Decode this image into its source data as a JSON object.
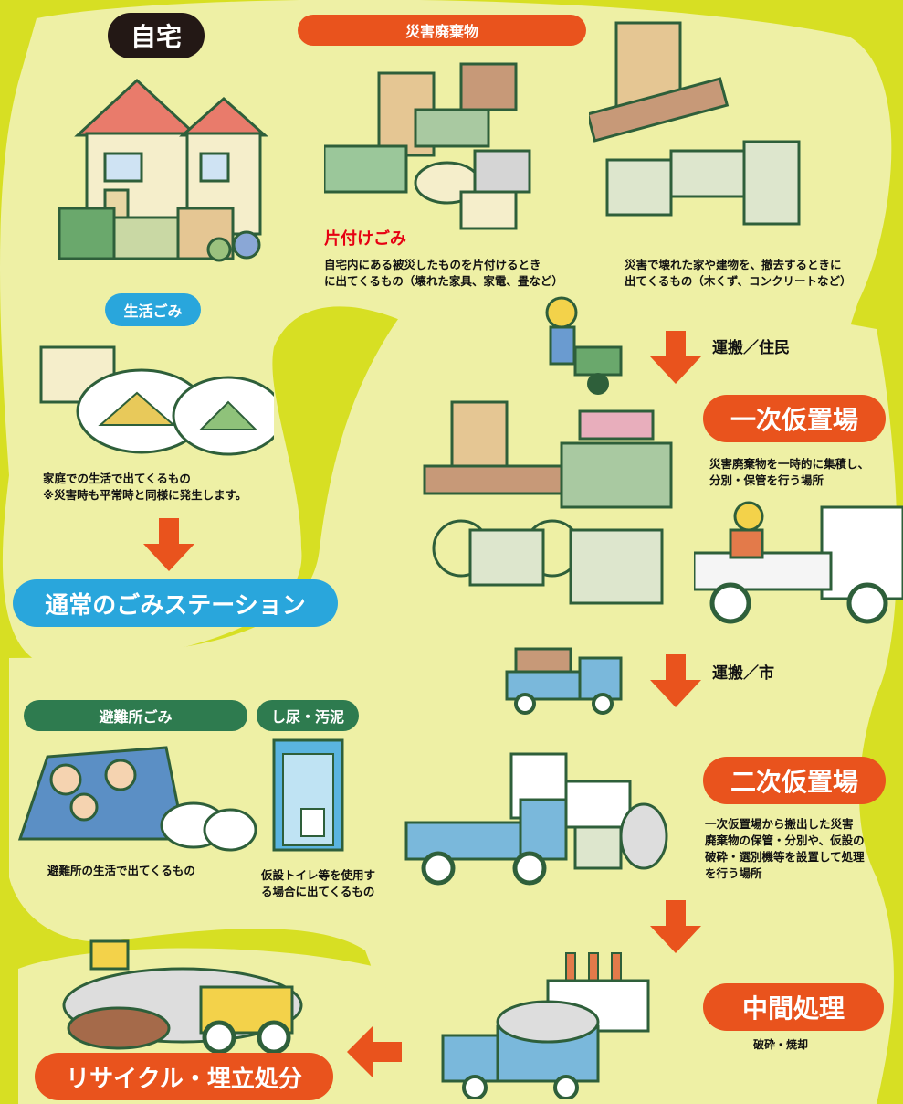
{
  "home": {
    "label": "自宅"
  },
  "disaster_waste": {
    "label": "災害廃棄物",
    "cleanup_title": "片付けごみ",
    "cleanup_desc_1": "自宅内にある被災したものを片付けるとき",
    "cleanup_desc_2": "に出てくるもの（壊れた家具、家電、畳など）",
    "demolition_desc_1": "災害で壊れた家や建物を、撤去するときに",
    "demolition_desc_2": "出てくるもの（木くず、コンクリートなど）"
  },
  "household": {
    "label": "生活ごみ",
    "desc_1": "家庭での生活で出てくるもの",
    "desc_2": "※災害時も平常時と同様に発生します。",
    "destination": "通常のごみステーション"
  },
  "transport_1": {
    "label": "運搬／住民"
  },
  "primary": {
    "label": "一次仮置場",
    "desc_1": "災害廃棄物を一時的に集積し、",
    "desc_2": "分別・保管を行う場所"
  },
  "transport_2": {
    "label": "運搬／市"
  },
  "secondary": {
    "label": "二次仮置場",
    "desc_1": "一次仮置場から搬出した災害",
    "desc_2": "廃棄物の保管・分別や、仮設の",
    "desc_3": "破砕・選別機等を設置して処理",
    "desc_4": "を行う場所"
  },
  "shelter": {
    "label": "避難所ごみ",
    "desc": "避難所の生活で出てくるもの"
  },
  "sewage": {
    "label": "し尿・汚泥",
    "desc_1": "仮設トイレ等を使用す",
    "desc_2": "る場合に出てくるもの"
  },
  "intermediate": {
    "label": "中間処理",
    "desc": "破砕・焼却"
  },
  "final": {
    "label": "リサイクル・埋立処分"
  },
  "colors": {
    "background": "#d7df23",
    "path": "#eef0a5",
    "orange": "#e9531d",
    "blue": "#29a6dc",
    "green": "#2e7b4f",
    "black": "#231815"
  }
}
